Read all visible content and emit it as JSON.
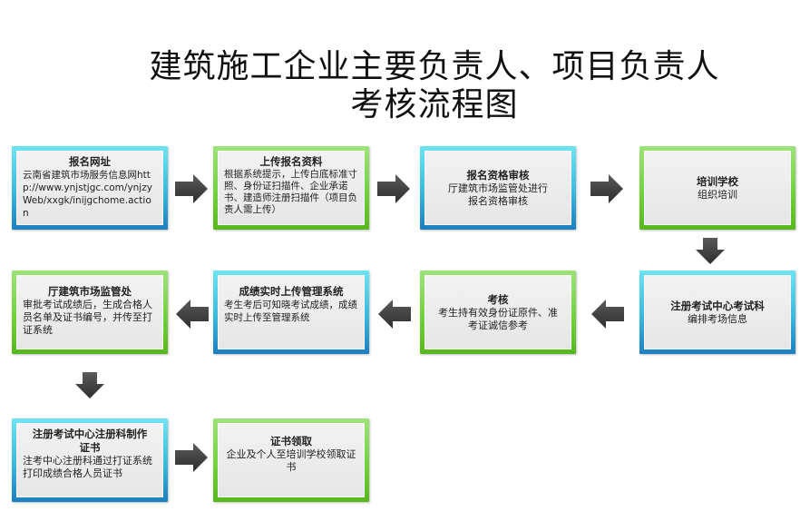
{
  "title": {
    "line1": "建筑施工企业主要负责人、项目负责人",
    "line2": "考核流程图"
  },
  "colors": {
    "blue_frame": "#3bb8de",
    "green_frame": "#72d23f",
    "box_fill": "#e9e9e9",
    "arrow": "#404040"
  },
  "steps": [
    {
      "heading": "报名网址",
      "body": "云南省建筑市场服务信息网http://www.ynjstjgc.com/ynjzyWeb/xxgk/inijgchome.action",
      "frame": "blue"
    },
    {
      "heading": "上传报名资料",
      "body": "根据系统提示，上传白底标准寸照、身份证扫描件、企业承诺书、建造师注册扫描件（项目负责人需上传）",
      "frame": "green"
    },
    {
      "heading": "报名资格审核",
      "body": "厅建筑市场监管处进行报名资格审核",
      "frame": "blue"
    },
    {
      "heading": "培训学校",
      "body": "组织培训",
      "frame": "green"
    },
    {
      "heading": "注册考试中心考试科",
      "body": "编排考场信息",
      "frame": "blue"
    },
    {
      "heading": "考核",
      "body": "考生持有效身份证原件、准考证诚信参考",
      "frame": "green"
    },
    {
      "heading": "成绩实时上传管理系统",
      "body": "考生考后可知晓考试成绩，成绩实时上传至管理系统",
      "frame": "blue"
    },
    {
      "heading": "厅建筑市场监管处",
      "body": "审批考试成绩后，生成合格人员名单及证书编号，并传至打证系统",
      "frame": "green"
    },
    {
      "heading": "注册考试中心注册科制作证书",
      "body": "注考中心注册科通过打证系统打印成绩合格人员证书",
      "frame": "blue"
    },
    {
      "heading": "证书领取",
      "body": "企业及个人至培训学校领取证书",
      "frame": "green"
    }
  ]
}
